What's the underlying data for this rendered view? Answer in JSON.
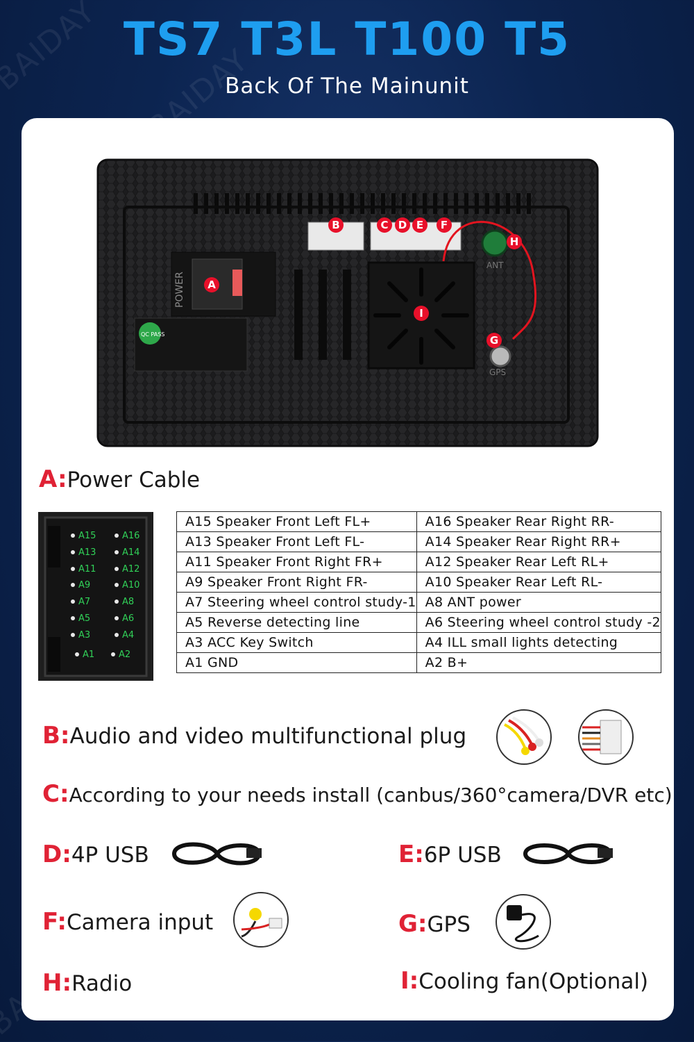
{
  "header": {
    "model_title": "TS7 T3L T100 T5",
    "subtitle": "Back Of The Mainunit"
  },
  "watermark": "BAIDAY",
  "unit": {
    "markers": [
      "A",
      "B",
      "C",
      "D",
      "E",
      "F",
      "G",
      "H",
      "I"
    ],
    "power_label": "POWER",
    "ant_label": "ANT",
    "gps_label": "GPS",
    "qc_badge": "QC PASS"
  },
  "sections": {
    "A": {
      "letter": "A:",
      "text": "Power Cable"
    },
    "B": {
      "letter": "B:",
      "text": "Audio and video multifunctional plug"
    },
    "C": {
      "letter": "C:",
      "text": "According to your needs install (canbus/360°camera/DVR etc)"
    },
    "D": {
      "letter": "D:",
      "text": "4P USB"
    },
    "E": {
      "letter": "E:",
      "text": "6P USB"
    },
    "F": {
      "letter": "F:",
      "text": "Camera input"
    },
    "G": {
      "letter": "G:",
      "text": "GPS"
    },
    "H": {
      "letter": "H:",
      "text": "Radio"
    },
    "I": {
      "letter": "I:",
      "text": "Cooling fan(Optional)"
    }
  },
  "connector_pins": {
    "left": [
      "A15",
      "A13",
      "A11",
      "A9",
      "A7",
      "A5",
      "A3",
      "A1"
    ],
    "right": [
      "A16",
      "A14",
      "A12",
      "A10",
      "A8",
      "A6",
      "A4",
      "A2"
    ]
  },
  "pin_table": [
    [
      "A15 Speaker Front Left FL+",
      "A16 Speaker Rear Right RR-"
    ],
    [
      "A13 Speaker Front Left FL-",
      "A14 Speaker Rear Right RR+"
    ],
    [
      "A11 Speaker Front  Right FR+",
      "A12 Speaker Rear Left RL+"
    ],
    [
      "A9 Speaker Front  Right FR-",
      "A10 Speaker Rear Left RL-"
    ],
    [
      "A7 Steering wheel control study-1",
      "A8 ANT power"
    ],
    [
      "A5 Reverse detecting line",
      "A6 Steering wheel control study -2"
    ],
    [
      "A3 ACC Key Switch",
      "A4 ILL small lights detecting"
    ],
    [
      "A1 GND",
      "A2 B+"
    ]
  ],
  "colors": {
    "title_blue": "#1e9ef0",
    "letter_red": "#e02235",
    "background_navy": "#0c2450",
    "marker_red": "#e8102a"
  }
}
